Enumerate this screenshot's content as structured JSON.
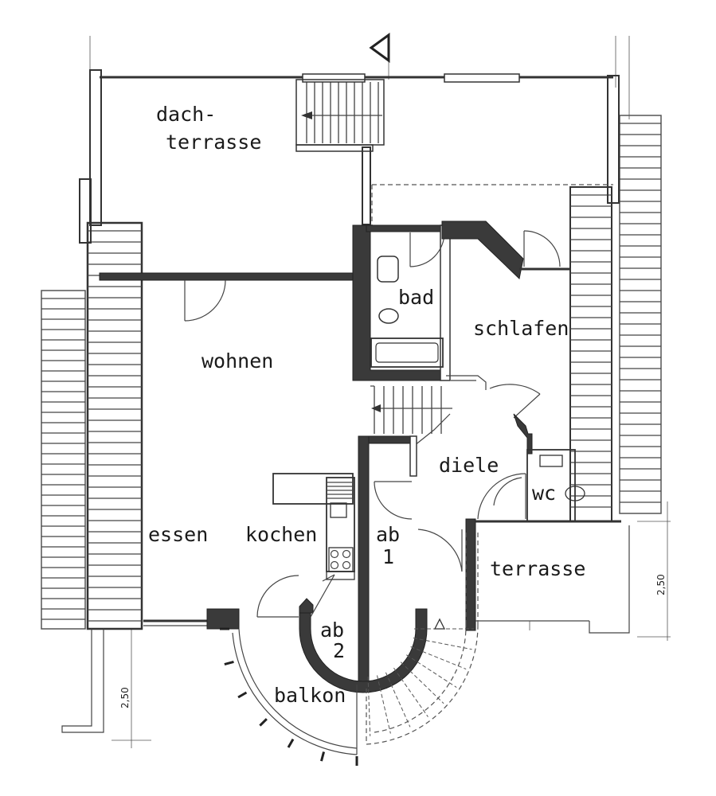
{
  "rooms": {
    "dachterrasse_line1": "dach-",
    "dachterrasse_line2": "terrasse",
    "bad": "bad",
    "schlafen": "schlafen",
    "wohnen": "wohnen",
    "diele": "diele",
    "wc": "wc",
    "essen": "essen",
    "kochen": "kochen",
    "ab1_line1": "ab",
    "ab1_line2": "1",
    "ab2_line1": "ab",
    "ab2_line2": "2",
    "terrasse": "terrasse",
    "balkon": "balkon"
  },
  "dimensions": {
    "right_height": "2,50",
    "left_height": "2,50"
  }
}
